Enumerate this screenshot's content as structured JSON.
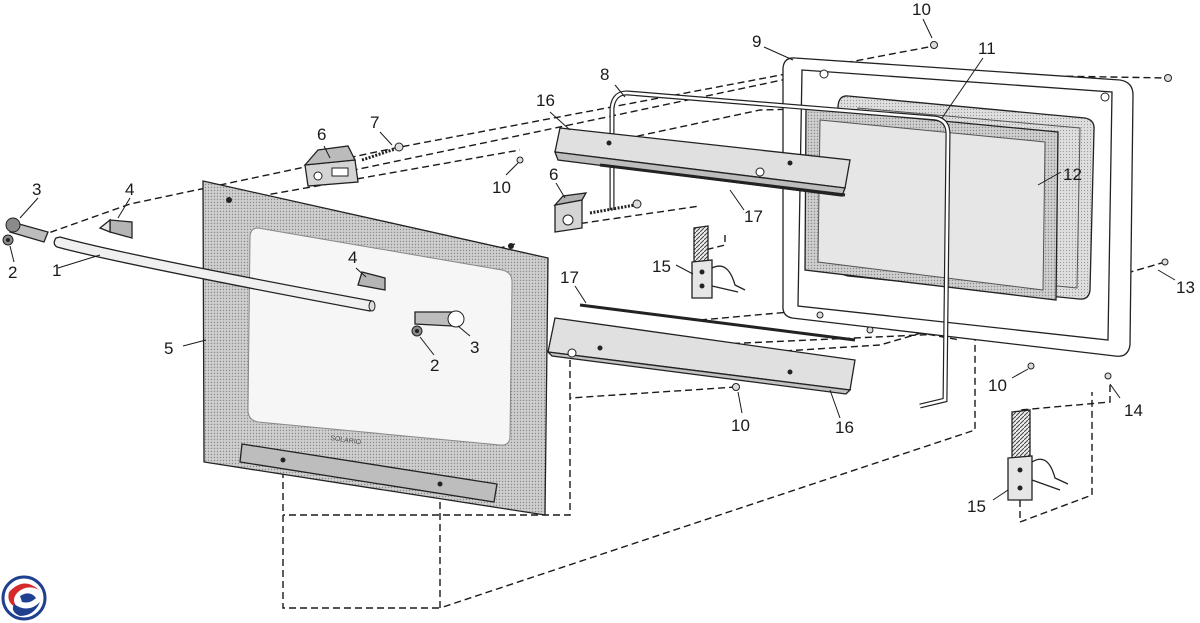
{
  "labels": {
    "handle": "1",
    "screw_left": "2",
    "screw_mid": "2",
    "end_cap_left": "3",
    "end_cap_right": "3",
    "clip_left": "4",
    "clip_mid": "4",
    "outer_glass_panel": "5",
    "hinge_block_top": "6",
    "hinge_block_mid": "6",
    "bolt": "7",
    "wire_frame": "8",
    "inner_door_frame": "9",
    "screw_top": "10",
    "screw_channel_top": "10",
    "screw_channel_bottom": "10",
    "screw_right": "10",
    "glass_retainer": "11",
    "inner_glass": "12",
    "screw_far_right": "13",
    "screw_bottom_right": "14",
    "hinge_left": "15",
    "hinge_right": "15",
    "top_channel": "16",
    "bottom_channel": "16",
    "seal_top": "17",
    "seal_bottom": "17"
  },
  "panel_text": "SOLARIO",
  "colors": {
    "line": "#1a1a1a",
    "part_fill": "#c8c8c8",
    "glass_fill": "#d9d9d9",
    "window_fill": "#f6f6f6",
    "logo_red": "#d42a2a",
    "logo_blue": "#1f3f8f"
  },
  "logo": {
    "icon": "swirl-logo-icon"
  }
}
